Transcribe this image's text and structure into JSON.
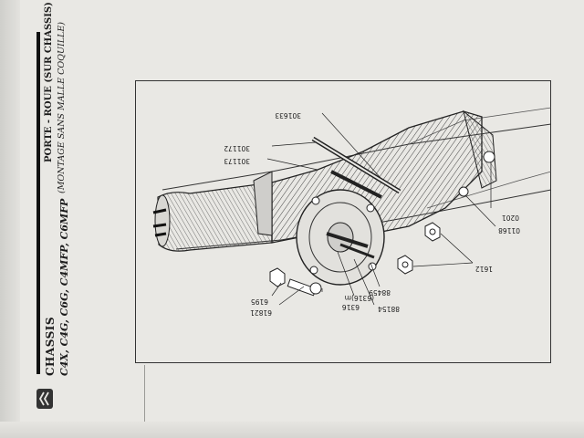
{
  "header": {
    "chassis_label": "CHASSIS",
    "chassis_models": "C4X, C4G, C6G, C4MFP, C6MFP",
    "part_title": "PORTE - ROUE (SUR CHASSIS)",
    "part_subtitle": "(MONTAGE SANS MALLE COQUILLE)",
    "logo_icon": "double-chevron-logo-icon"
  },
  "diagram": {
    "part_numbers": {
      "p301633": "301633",
      "p301172": "301172",
      "p301173": "301173",
      "p0201": "0201",
      "p01168": "01168",
      "p1612": "1612",
      "p88459": "88459",
      "p88154": "88154",
      "p6316": "6316",
      "p6316m": "(6316)m",
      "p6195": "6195",
      "p61821": "61821"
    }
  },
  "colors": {
    "paper": "#e9e8e4",
    "ink": "#1c1c1c",
    "background": "#2a2a2a"
  }
}
